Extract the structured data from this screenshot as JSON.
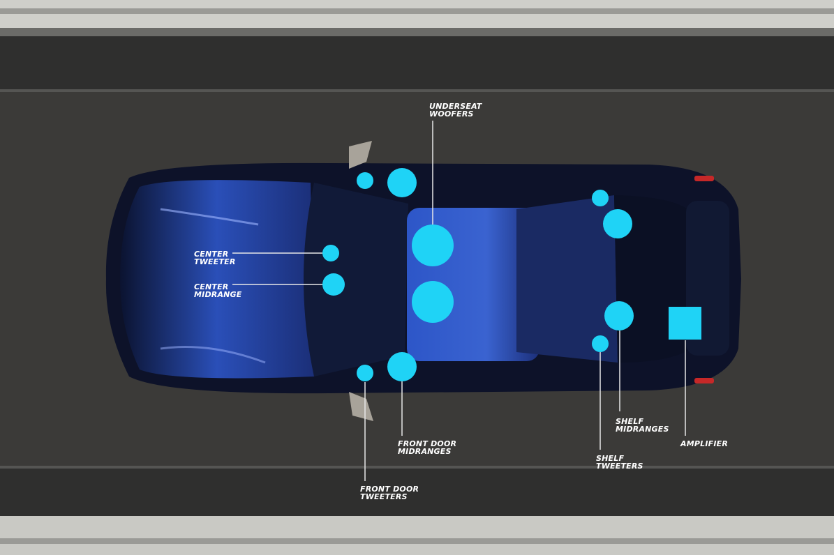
{
  "colors": {
    "accent": "#1fd3f6",
    "leader": "#e8e8e8",
    "road": "#3b3a38",
    "car_body": "#0f1630",
    "glass": "#2c4a9e"
  },
  "labels": {
    "underseat_woofers": [
      "UNDERSEAT",
      "WOOFERS"
    ],
    "center_tweeter": [
      "CENTER",
      "TWEETER"
    ],
    "center_midrange": [
      "CENTER",
      "MIDRANGE"
    ],
    "front_door_midranges": [
      "FRONT DOOR",
      "MIDRANGES"
    ],
    "front_door_tweeters": [
      "FRONT DOOR",
      "TWEETERS"
    ],
    "shelf_midranges": [
      "SHELF",
      "MIDRANGES"
    ],
    "shelf_tweeters": [
      "SHELF",
      "TWEETERS"
    ],
    "amplifier": [
      "AMPLIFIER"
    ]
  }
}
